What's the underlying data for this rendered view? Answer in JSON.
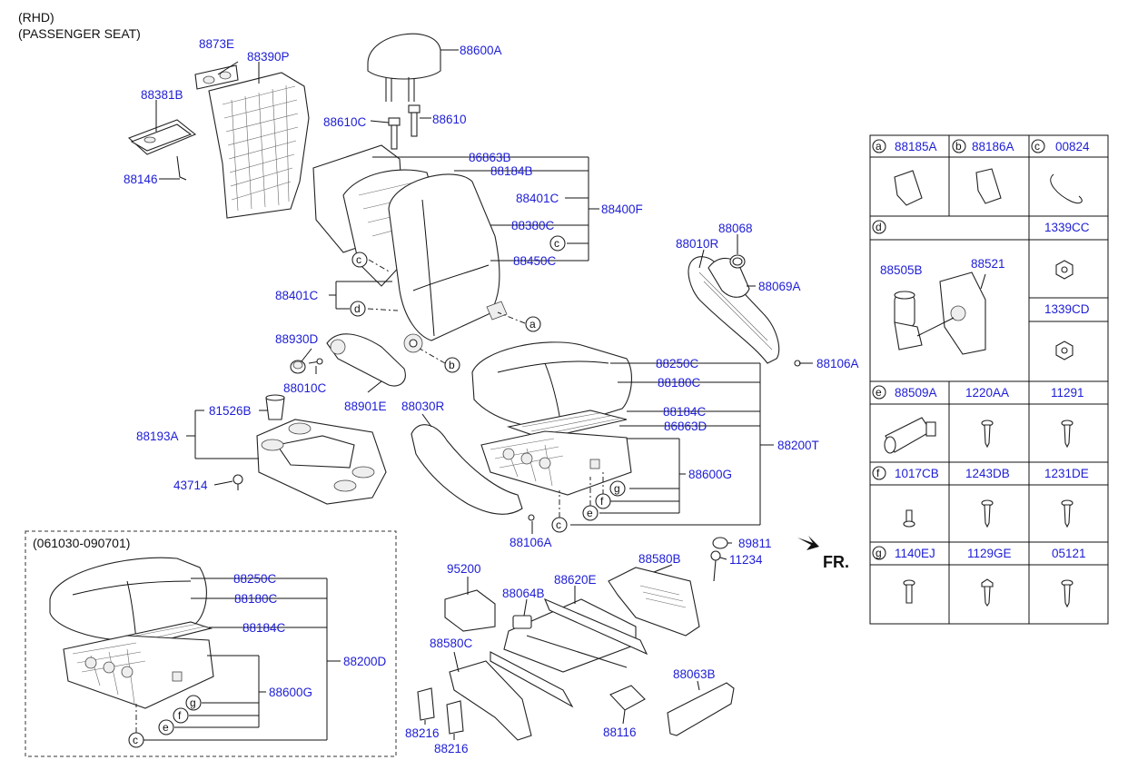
{
  "header": {
    "line1": "(RHD)",
    "line2": "(PASSENGER SEAT)"
  },
  "inset": {
    "title": "(061030-090701)"
  },
  "fr_label": "FR.",
  "labels": {
    "p8873E": "8873E",
    "p88390P": "88390P",
    "p88381B": "88381B",
    "p88146": "88146",
    "p88600A": "88600A",
    "p88610C": "88610C",
    "p88610": "88610",
    "p86863B": "86863B",
    "p88184B": "88184B",
    "p88401C_a": "88401C",
    "p88380C": "88380C",
    "p88450C": "88450C",
    "p88400F": "88400F",
    "p88401C_b": "88401C",
    "p88930D": "88930D",
    "p88010C": "88010C",
    "p88901E": "88901E",
    "p81526B": "81526B",
    "p88193A": "88193A",
    "p43714": "43714",
    "p88030R": "88030R",
    "p88068": "88068",
    "p88010R": "88010R",
    "p88069A": "88069A",
    "p88106A_a": "88106A",
    "p88250C": "88250C",
    "p88180C": "88180C",
    "p88184C": "88184C",
    "p86863D": "86863D",
    "p88200T": "88200T",
    "p88600G": "88600G",
    "p88106A_b": "88106A",
    "p89811": "89811",
    "p11234": "11234",
    "p88580B": "88580B",
    "p88620E": "88620E",
    "p95200": "95200",
    "p88064B": "88064B",
    "p88580C": "88580C",
    "p88216_a": "88216",
    "p88216_b": "88216",
    "p88116": "88116",
    "p88063B": "88063B",
    "i88250C": "88250C",
    "i88180C": "88180C",
    "i88184C": "88184C",
    "i88200D": "88200D",
    "i88600G": "88600G"
  },
  "callouts": {
    "a": "a",
    "b": "b",
    "c": "c",
    "d": "d",
    "e": "e",
    "f": "f",
    "g": "g"
  },
  "table": {
    "r1": {
      "c1_letter": "a",
      "c1_part": "88185A",
      "c2_letter": "b",
      "c2_part": "88186A",
      "c3_letter": "c",
      "c3_part": "00824"
    },
    "r2": {
      "c1_letter": "d",
      "c3_part": "1339CC",
      "sub1": "88505B",
      "sub2": "88521",
      "c3b_part": "1339CD"
    },
    "r3": {
      "c1_letter": "e",
      "c1_part": "88509A",
      "c2_part": "1220AA",
      "c3_part": "11291"
    },
    "r4": {
      "c1_letter": "f",
      "c1_part": "1017CB",
      "c2_part": "1243DB",
      "c3_part": "1231DE"
    },
    "r5": {
      "c1_letter": "g",
      "c1_part": "1140EJ",
      "c2_part": "1129GE",
      "c3_part": "05121"
    }
  }
}
